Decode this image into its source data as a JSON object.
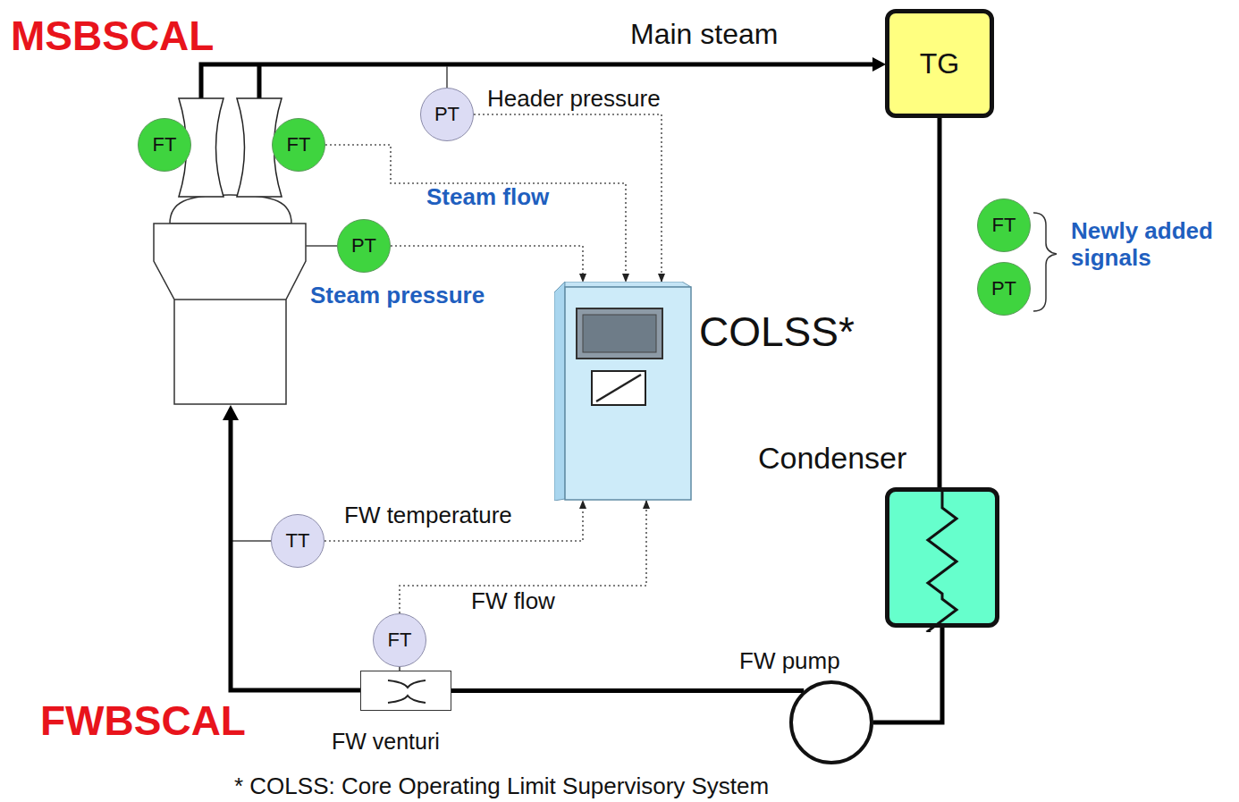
{
  "diagram": {
    "caption": "* COLSS: Core Operating Limit Supervisory System",
    "nodes": [
      {
        "text": [
          "TG"
        ]
      },
      {
        "text": [
          "FT"
        ]
      },
      {
        "text": [
          "FT"
        ]
      },
      {
        "text": [
          "PT"
        ]
      },
      {
        "text": [
          "PT"
        ]
      },
      {
        "text": [
          "COLSS*"
        ]
      },
      {
        "text": [
          "FT"
        ]
      },
      {
        "text": [
          "PT"
        ]
      },
      {
        "text": [
          "Condenser"
        ]
      },
      {
        "text": [
          "TT"
        ]
      },
      {
        "text": [
          "FT"
        ]
      },
      {
        "text": [
          "FW pump"
        ]
      },
      {
        "text": [
          "FW venturi"
        ]
      }
    ],
    "edges": [
      {
        "from": 2,
        "to": 5,
        "label": "Steam flow",
        "arrow": "to"
      },
      {
        "from": 3,
        "to": 5,
        "label": "Header pressure",
        "arrow": "to"
      },
      {
        "from": 4,
        "to": 5,
        "label": "Steam pressure",
        "arrow": "to"
      },
      {
        "from": 9,
        "to": 5,
        "label": "FW temperature",
        "arrow": "to"
      },
      {
        "from": 10,
        "to": 5,
        "label": "FW flow",
        "arrow": "to"
      },
      {
        "from": 0,
        "to": 8,
        "arrow": "none"
      },
      {
        "from": 8,
        "to": 11,
        "arrow": "none"
      },
      {
        "from": 11,
        "to": 12,
        "arrow": "none"
      },
      {
        "from": 10,
        "to": 12,
        "arrow": "none"
      }
    ],
    "labels": [
      "MSBSCAL",
      "Main steam",
      "Newly added signals",
      "FWBSCAL"
    ]
  }
}
